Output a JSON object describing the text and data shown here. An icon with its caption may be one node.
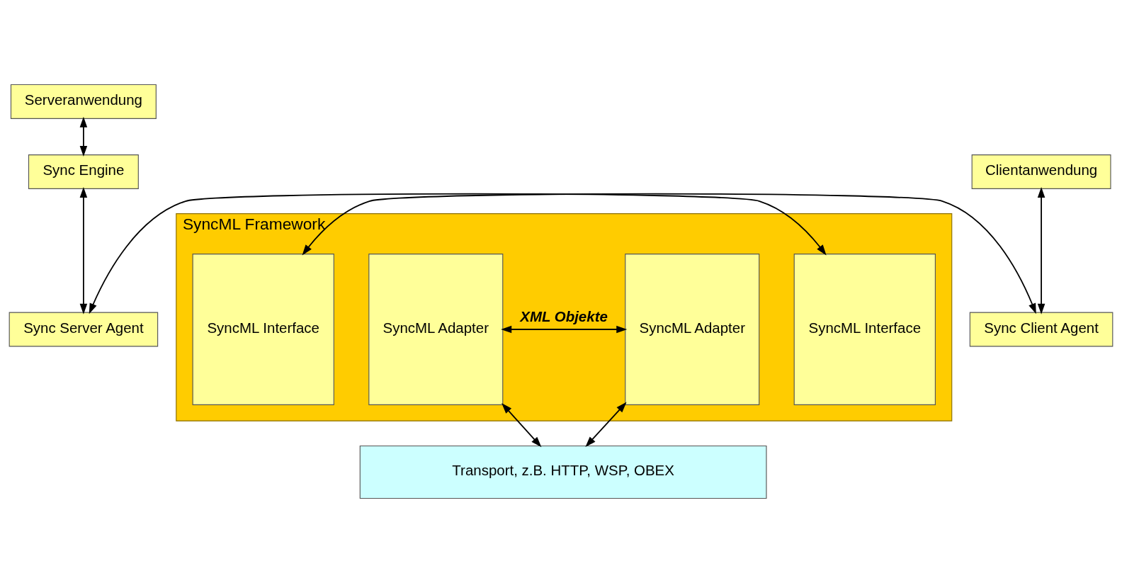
{
  "diagram": {
    "nodes": [
      {
        "text": [
          "Serveranwendung"
        ]
      },
      {
        "text": [
          "Sync Engine"
        ]
      },
      {
        "text": [
          "Sync Server Agent"
        ]
      },
      {
        "text": [
          "SyncML Framework"
        ]
      },
      {
        "text": [
          "SyncML Interface"
        ],
        "in": 3
      },
      {
        "text": [
          "SyncML Adapter"
        ],
        "in": 3
      },
      {
        "text": [
          "SyncML Adapter"
        ],
        "in": 3
      },
      {
        "text": [
          "SyncML Interface"
        ],
        "in": 3
      },
      {
        "text": [
          "Clientanwendung"
        ]
      },
      {
        "text": [
          "Sync Client Agent"
        ]
      },
      {
        "text": [
          "Transport, z.B. HTTP, WSP, OBEX"
        ]
      }
    ],
    "edges": [
      {
        "from": 0,
        "to": 1,
        "arrow": "both"
      },
      {
        "from": 1,
        "to": 2,
        "arrow": "both"
      },
      {
        "from": 2,
        "to": 4,
        "arrow": "both"
      },
      {
        "from": 5,
        "to": 6,
        "arrow": "both",
        "label": "XML Objekte"
      },
      {
        "from": 7,
        "to": 9,
        "arrow": "both"
      },
      {
        "from": 8,
        "to": 9,
        "arrow": "both"
      },
      {
        "from": 5,
        "to": 10,
        "arrow": "both"
      },
      {
        "from": 6,
        "to": 10,
        "arrow": "both"
      }
    ]
  }
}
